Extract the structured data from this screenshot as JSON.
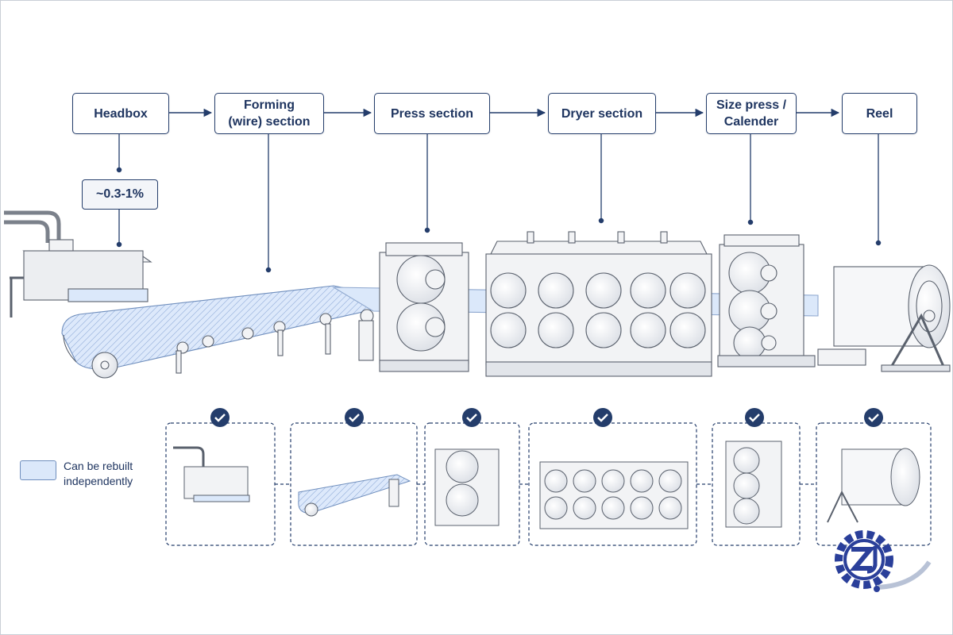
{
  "stages": [
    {
      "id": "headbox",
      "label": "Headbox"
    },
    {
      "id": "forming",
      "label": "Forming\n(wire) section"
    },
    {
      "id": "press",
      "label": "Press section"
    },
    {
      "id": "dryer",
      "label": "Dryer section"
    },
    {
      "id": "size-press",
      "label": "Size press /\nCalender"
    },
    {
      "id": "reel",
      "label": "Reel"
    }
  ],
  "consistency_badge": "~0.3-1%",
  "legend": {
    "label": "Can be rebuilt independently",
    "color": "#dbe8fa"
  },
  "colors": {
    "line": "#243d6b",
    "accent_fill": "#dbe8fa",
    "machine_fill": "#f2f3f5",
    "machine_stroke": "#5a616d"
  },
  "icons": {
    "check": "check-circle-icon",
    "logo": "zj-gear-logo"
  }
}
